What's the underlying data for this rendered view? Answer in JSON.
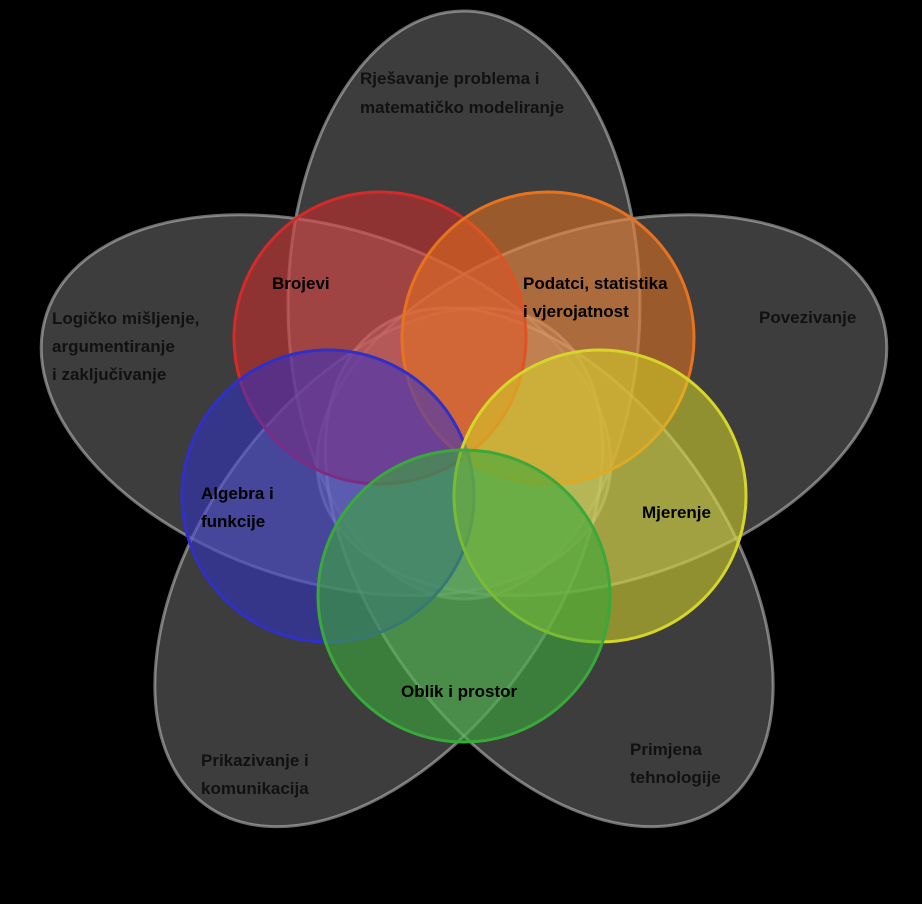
{
  "process_petals": [
    {
      "id": "top",
      "lines": [
        "Rješavanje problema i",
        "matematičko modeliranje"
      ]
    },
    {
      "id": "left",
      "lines": [
        "Logičko mišljenje,",
        "argumentiranje",
        "i zaključivanje"
      ]
    },
    {
      "id": "right",
      "lines": [
        "Povezivanje"
      ]
    },
    {
      "id": "bottom-left",
      "lines": [
        "Prikazivanje i",
        "komunikacija"
      ]
    },
    {
      "id": "bottom-right",
      "lines": [
        "Primjena",
        "tehnologije"
      ]
    }
  ],
  "content_domains": [
    {
      "id": "brojevi",
      "lines": [
        "Brojevi"
      ],
      "color": "#d42a2a"
    },
    {
      "id": "podatci",
      "lines": [
        "Podatci, statistika",
        "i vjerojatnost"
      ],
      "color": "#e8731e"
    },
    {
      "id": "algebra",
      "lines": [
        "Algebra i",
        "funkcije"
      ],
      "color": "#3030c8"
    },
    {
      "id": "mjerenje",
      "lines": [
        "Mjerenje"
      ],
      "color": "#d6d628"
    },
    {
      "id": "oblik",
      "lines": [
        "Oblik i prostor"
      ],
      "color": "#3aa83a"
    }
  ]
}
